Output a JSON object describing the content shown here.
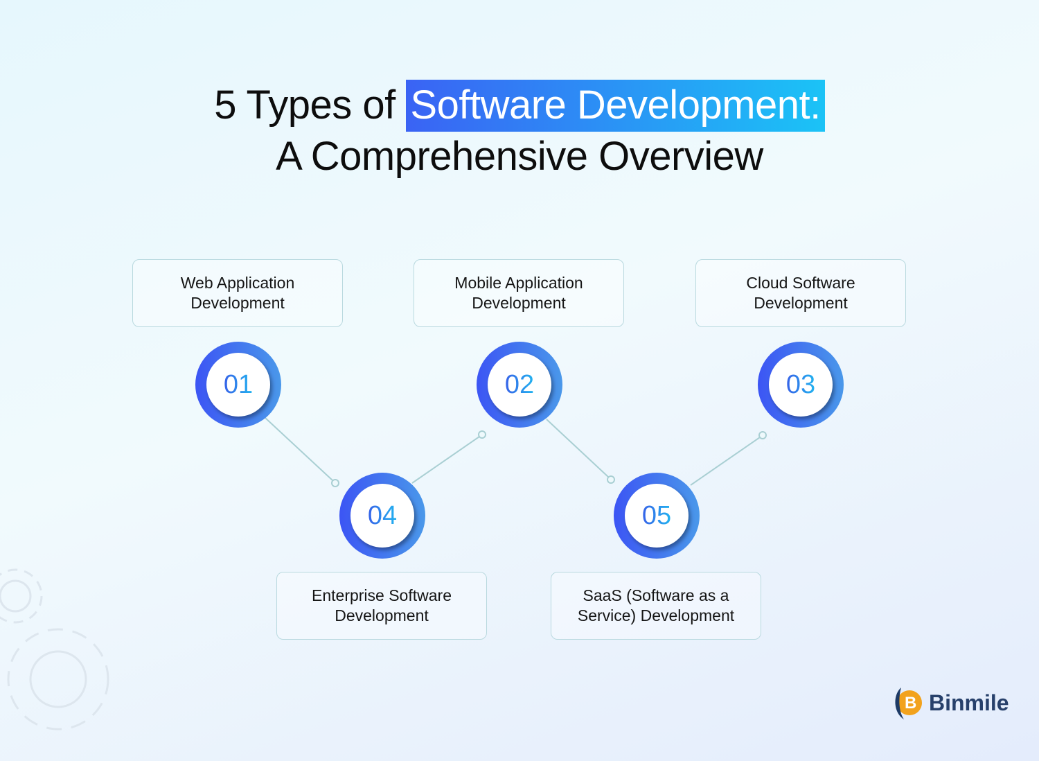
{
  "title": {
    "line1_prefix": "5 Types of",
    "line1_highlight": "Software Development:",
    "line2": "A Comprehensive Overview"
  },
  "types": [
    {
      "number": "01",
      "label": "Web Application Development"
    },
    {
      "number": "02",
      "label": "Mobile Application Development"
    },
    {
      "number": "03",
      "label": "Cloud Software Development"
    },
    {
      "number": "04",
      "label": "Enterprise Software Development"
    },
    {
      "number": "05",
      "label": "SaaS (Software as a Service) Development"
    }
  ],
  "brand": {
    "name": "Binmile"
  },
  "colors": {
    "accent_start": "#3a63f4",
    "accent_end": "#1bc3f6",
    "connector": "#a9cfd3"
  }
}
